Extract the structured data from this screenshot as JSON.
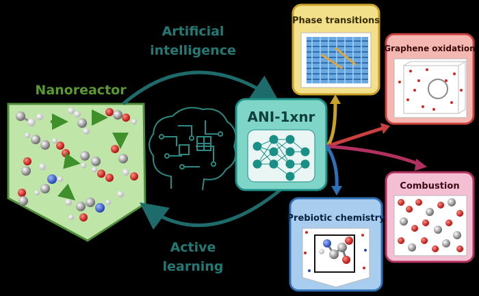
{
  "labels": {
    "ai_line1": "Artificial",
    "ai_line2": "intelligence",
    "al_line1": "Active",
    "al_line2": "learning",
    "nanoreactor": "Nanoreactor",
    "ani": "ANI-1xnr"
  },
  "boxes": [
    {
      "title": "Phase transitions",
      "border": "#c9a227",
      "fill": "#f3e08a"
    },
    {
      "title": "Graphene oxidation",
      "border": "#c8413f",
      "fill": "#f5b7b2"
    },
    {
      "title": "Combustion",
      "border": "#b0305f",
      "fill": "#f4bfd2"
    },
    {
      "title": "Prebiotic chemistry",
      "border": "#2f6fb5",
      "fill": "#a9cdef"
    }
  ],
  "colors": {
    "cycle_arrow": "#1e6b6b",
    "nano_fill": "#bfe6a8",
    "nano_border": "#4f8f3a",
    "ani_fill": "#7fd6c8",
    "ani_border": "#1f8f85",
    "network_node": "#1a8f86",
    "arrow_yellow": "#c9a227",
    "arrow_red": "#c8413f",
    "arrow_magenta": "#b0305f",
    "arrow_blue": "#2f6fb5",
    "green_arrow": "#3f8f2a"
  }
}
